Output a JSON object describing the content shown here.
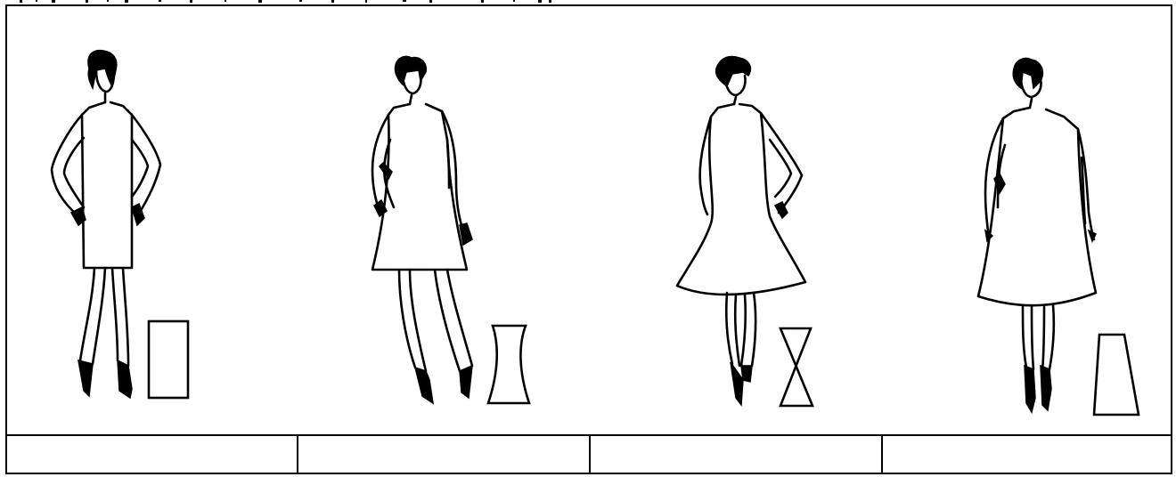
{
  "top_text_fragment": "",
  "figures": [
    {
      "silhouette": "straight-rectangle"
    },
    {
      "silhouette": "hourglass-curved"
    },
    {
      "silhouette": "hourglass-x"
    },
    {
      "silhouette": "trapezoid"
    }
  ],
  "answer_cells": [
    "",
    "",
    "",
    ""
  ]
}
